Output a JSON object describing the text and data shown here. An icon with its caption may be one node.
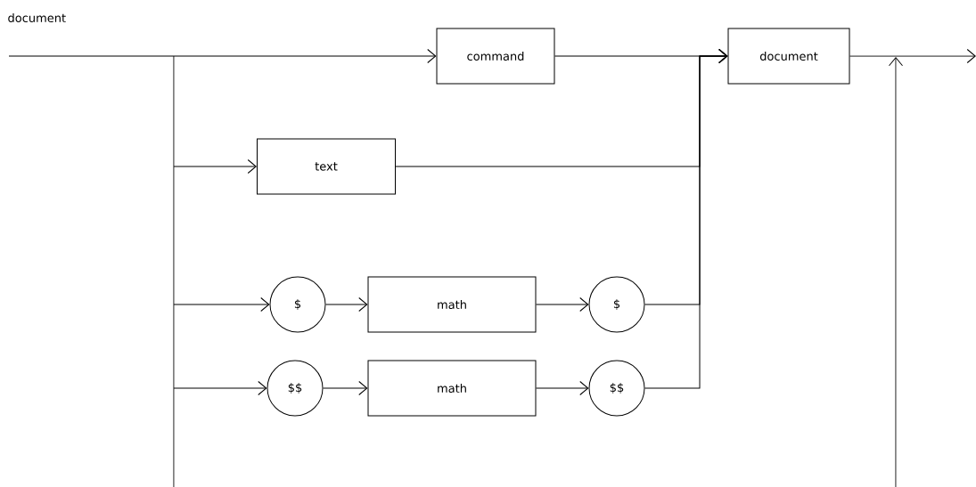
{
  "diagram": {
    "title": "document",
    "nodes": [
      {
        "text": [
          "command"
        ]
      },
      {
        "text": [
          "document"
        ]
      },
      {
        "text": [
          "text"
        ]
      },
      {
        "text": [
          "$"
        ]
      },
      {
        "text": [
          "math"
        ]
      },
      {
        "text": [
          "$"
        ]
      },
      {
        "text": [
          "$$"
        ]
      },
      {
        "text": [
          "math"
        ]
      },
      {
        "text": [
          "$$"
        ]
      }
    ],
    "edges": [
      {
        "from": null,
        "to": 0,
        "arrow": "to"
      },
      {
        "from": null,
        "to": 2,
        "arrow": "to"
      },
      {
        "from": null,
        "to": 3,
        "arrow": "to"
      },
      {
        "from": 3,
        "to": 4,
        "arrow": "to"
      },
      {
        "from": 4,
        "to": 5,
        "arrow": "to"
      },
      {
        "from": null,
        "to": 6,
        "arrow": "to"
      },
      {
        "from": 6,
        "to": 7,
        "arrow": "to"
      },
      {
        "from": 7,
        "to": 8,
        "arrow": "to"
      },
      {
        "from": 0,
        "to": 1,
        "arrow": "to"
      },
      {
        "from": 2,
        "to": 1,
        "arrow": "to"
      },
      {
        "from": 5,
        "to": 1,
        "arrow": "to"
      },
      {
        "from": 8,
        "to": 1,
        "arrow": "to"
      },
      {
        "from": 1,
        "to": null,
        "arrow": "to"
      }
    ]
  }
}
